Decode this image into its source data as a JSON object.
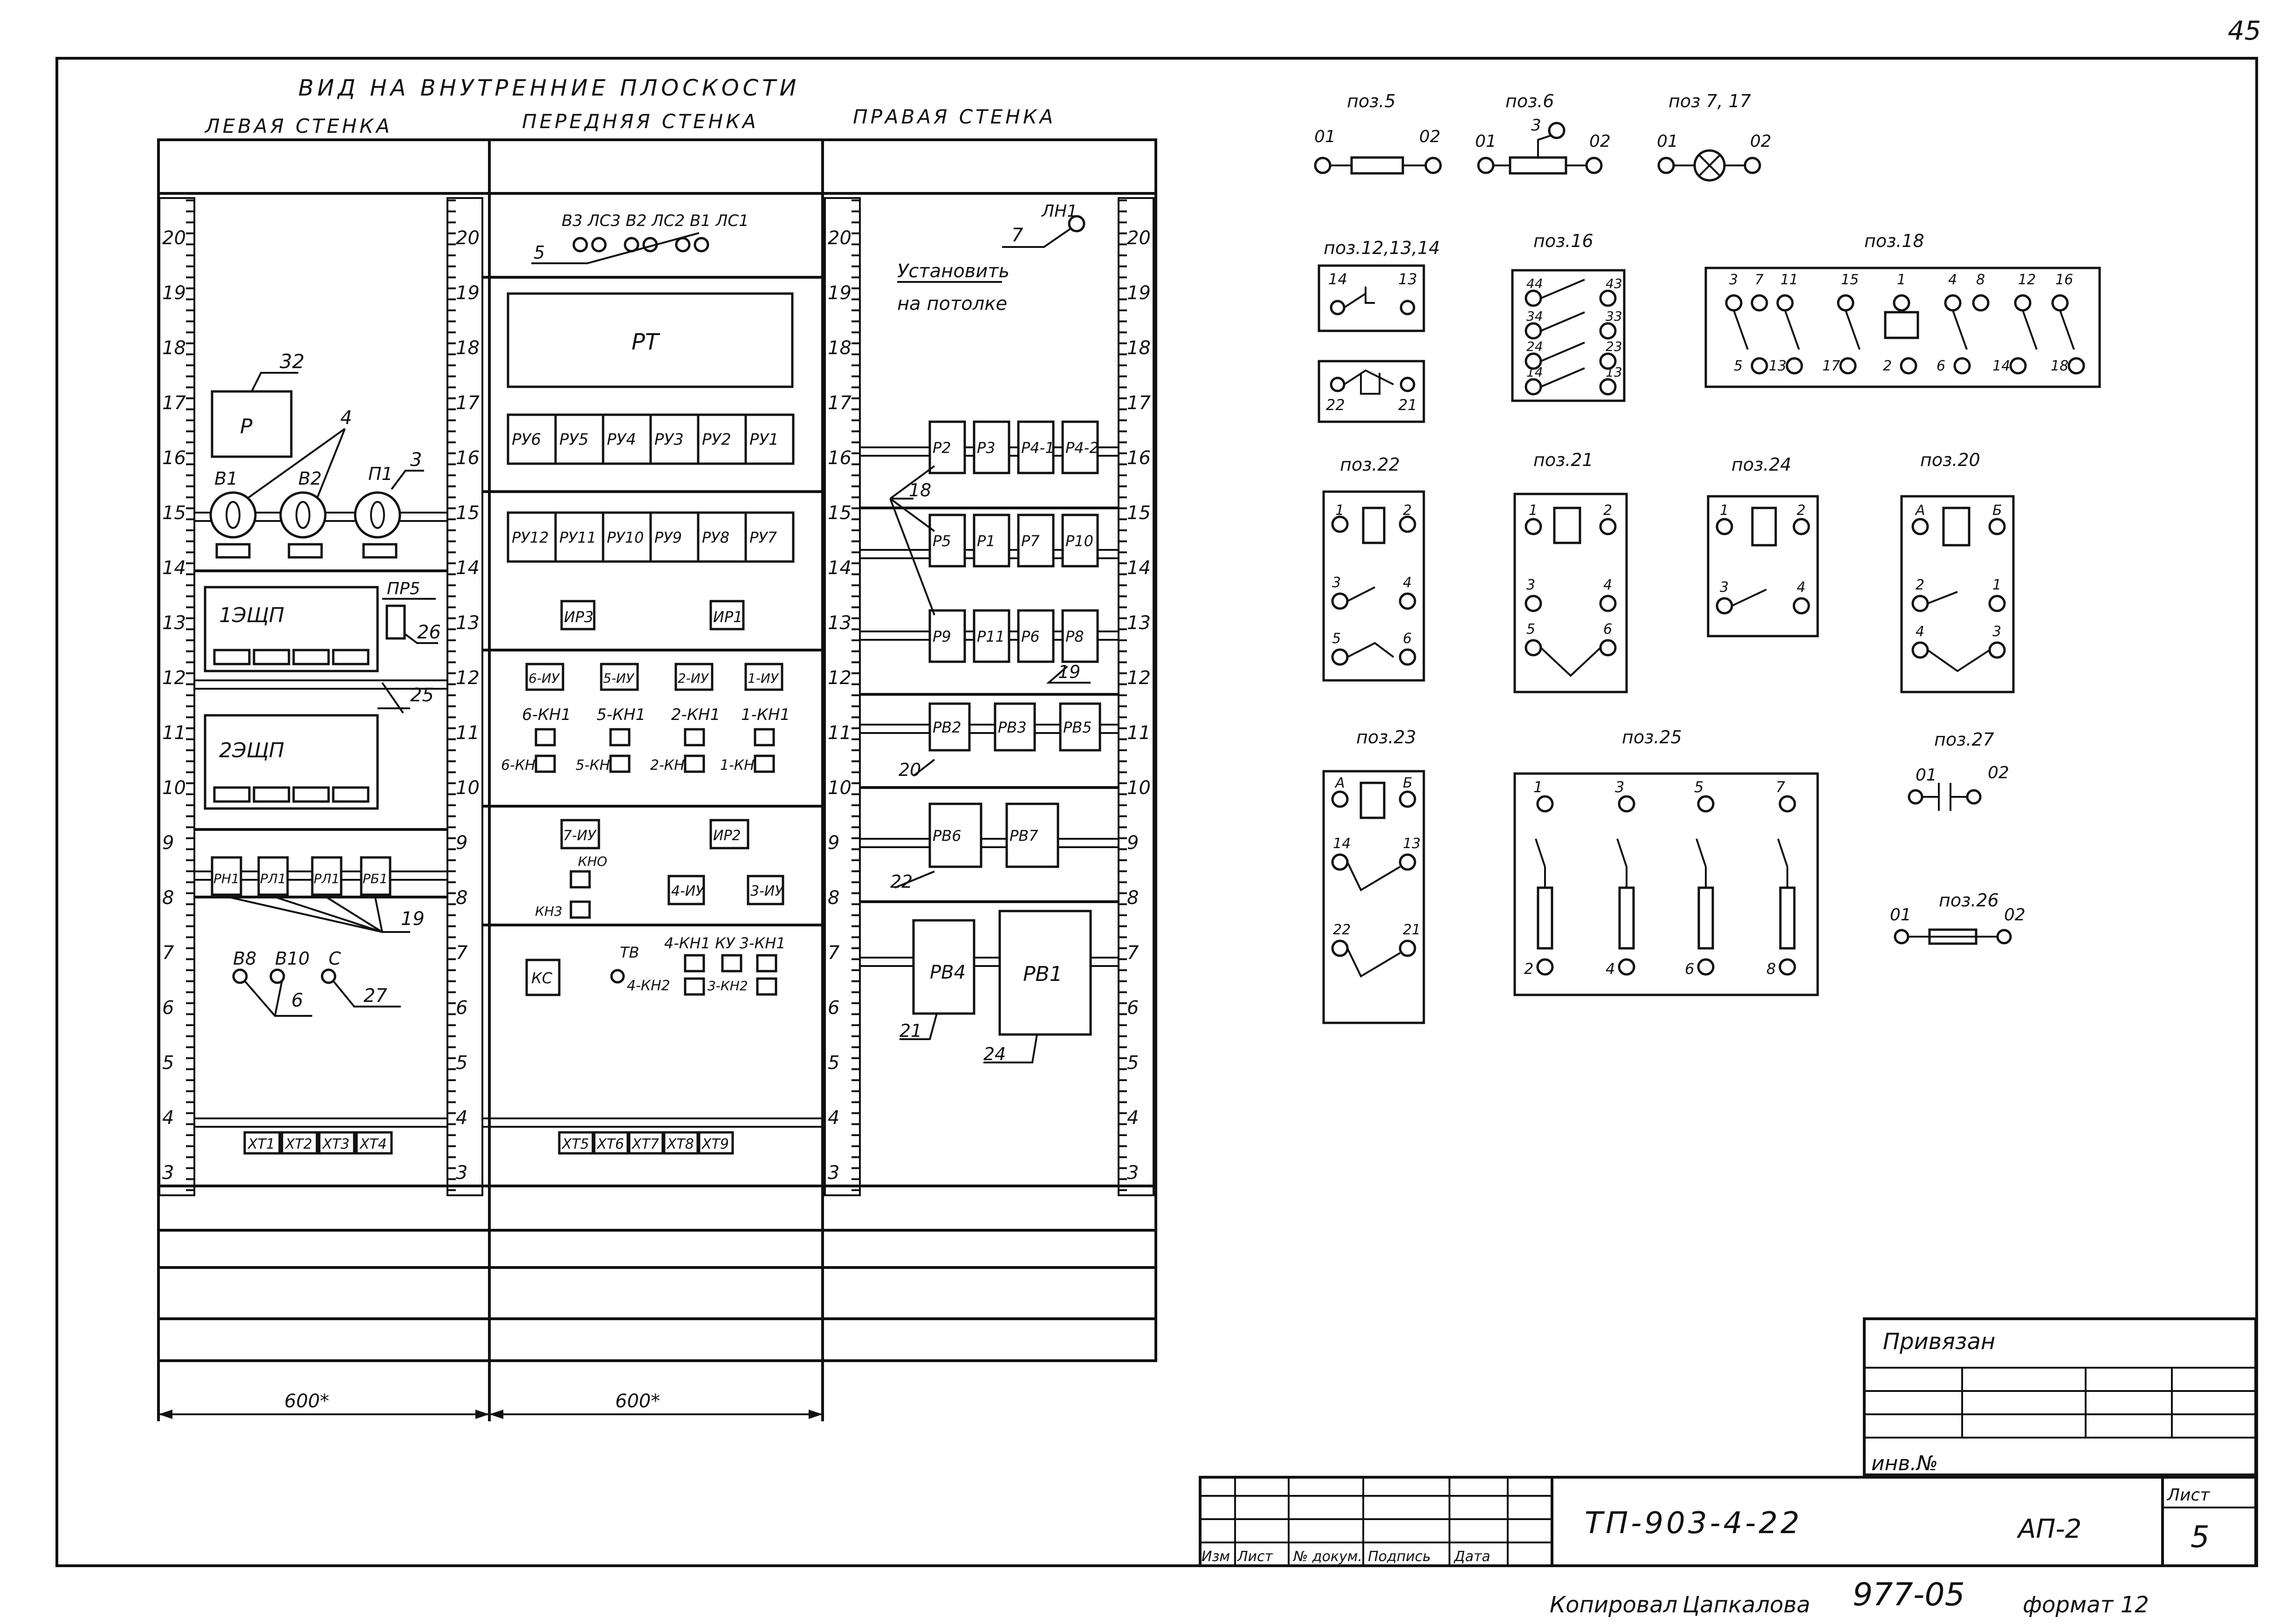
{
  "page_number": "45",
  "title": "ВИД НА ВНУТРЕННИЕ ПЛОСКОСТИ",
  "walls": {
    "left": "ЛЕВАЯ СТЕНКА",
    "front": "ПЕРЕДНЯЯ СТЕНКА",
    "right": "ПРАВАЯ СТЕНКА"
  },
  "scale_ticks": [
    "20",
    "19",
    "18",
    "17",
    "16",
    "15",
    "14",
    "13",
    "12",
    "11",
    "10",
    "9",
    "8",
    "7",
    "6",
    "5",
    "4",
    "3"
  ],
  "dimensions": {
    "left_width": "600*",
    "front_width": "600*"
  },
  "left_wall": {
    "relay_p": "Р",
    "callout_32": "32",
    "callout_4": "4",
    "callout_3": "3",
    "gauge_labels": [
      "В1",
      "В2",
      "П1"
    ],
    "panel1": "1ЭЩП",
    "panel2": "2ЭЩП",
    "pr5": "ПР5",
    "callout_26": "26",
    "callout_25": "25",
    "relays_row": [
      "РН1",
      "РЛ1",
      "РЛ1",
      "РБ1"
    ],
    "callout_19": "19",
    "lamps": [
      "В8",
      "В10",
      "С"
    ],
    "callout_6": "6",
    "callout_27": "27",
    "terminals": [
      "ХТ1",
      "ХТ2",
      "ХТ3",
      "ХТ4"
    ]
  },
  "front_wall": {
    "top_labels": "В3 ЛС3 В2 ЛС2 В1 ЛС1",
    "callout_5": "5",
    "rt": "РТ",
    "ru_row1": [
      "РУ6",
      "РУ5",
      "РУ4",
      "РУ3",
      "РУ2",
      "РУ1"
    ],
    "ru_row2": [
      "РУ12",
      "РУ11",
      "РУ10",
      "РУ9",
      "РУ8",
      "РУ7"
    ],
    "ir": [
      "ИР3",
      "ИР1"
    ],
    "iu_row": [
      "6-ИУ",
      "5-ИУ",
      "2-ИУ",
      "1-ИУ"
    ],
    "kn1_row": [
      "6-КН1",
      "5-КН1",
      "2-КН1",
      "1-КН1"
    ],
    "kn2_row": [
      "6-КН2",
      "5-КН2",
      "2-КН2",
      "1-КН2"
    ],
    "iu7": "7-ИУ",
    "ir2": "ИР2",
    "kno": "КНО",
    "kn3": "КН3",
    "iu4": "4-ИУ",
    "iu3": "3-ИУ",
    "ks": "КС",
    "tv": "ТВ",
    "kn_lower_top": "4-КН1 КУ 3-КН1",
    "kn_lower_bottom1": "4-КН2",
    "kn_lower_bottom2": "3-КН2",
    "terminals": [
      "ХТ5",
      "ХТ6",
      "ХТ7",
      "ХТ8",
      "ХТ9"
    ]
  },
  "right_wall": {
    "lamp": "ЛН1",
    "callout_7": "7",
    "note_line1": "Установить",
    "note_line2": "на потолке",
    "row1": [
      "Р2",
      "Р3",
      "Р4-1",
      "Р4-2"
    ],
    "callout_18": "18",
    "row2": [
      "Р5",
      "Р1",
      "Р7",
      "Р10"
    ],
    "row3": [
      "Р9",
      "Р11",
      "Р6",
      "Р8"
    ],
    "callout_19": "19",
    "row4": [
      "РВ2",
      "РВ3",
      "РВ5"
    ],
    "callout_20": "20",
    "row5": [
      "РВ6",
      "РВ7"
    ],
    "callout_22": "22",
    "rv4": "РВ4",
    "rv1": "РВ1",
    "callout_21": "21",
    "callout_24": "24"
  },
  "legend": {
    "pos5": {
      "title": "поз.5",
      "a": "01",
      "b": "02"
    },
    "pos6": {
      "title": "поз.6",
      "a": "01",
      "b": "02",
      "c": "3"
    },
    "pos7": {
      "title": "поз 7, 17",
      "a": "01",
      "b": "02"
    },
    "pos12": {
      "title": "поз.12,13,14",
      "t1": "14",
      "t2": "13",
      "t3": "22",
      "t4": "21"
    },
    "pos16": {
      "title": "поз.16",
      "left": [
        "44",
        "34",
        "24",
        "14"
      ],
      "right": [
        "43",
        "33",
        "23",
        "13"
      ]
    },
    "pos18": {
      "title": "поз.18",
      "top": [
        "3",
        "7",
        "11",
        "15",
        "1",
        "4",
        "8",
        "12",
        "16"
      ],
      "bottom": [
        "5",
        "13",
        "17",
        "2",
        "6",
        "14",
        "18"
      ]
    },
    "pos22": {
      "title": "поз.22",
      "pins": [
        "1",
        "2",
        "3",
        "4",
        "5",
        "6"
      ]
    },
    "pos21": {
      "title": "поз.21",
      "pins": [
        "1",
        "2",
        "3",
        "4",
        "5",
        "6"
      ]
    },
    "pos24": {
      "title": "поз.24",
      "pins": [
        "1",
        "2",
        "3",
        "4"
      ]
    },
    "pos20": {
      "title": "поз.20",
      "pins": [
        "А",
        "Б",
        "2",
        "1",
        "4",
        "3"
      ]
    },
    "pos23": {
      "title": "поз.23",
      "pins": [
        "А",
        "Б",
        "14",
        "13",
        "22",
        "21"
      ]
    },
    "pos25": {
      "title": "поз.25",
      "top": [
        "1",
        "3",
        "5",
        "7"
      ],
      "bottom": [
        "2",
        "4",
        "6",
        "8"
      ]
    },
    "pos27": {
      "title": "поз.27",
      "a": "01",
      "b": "02"
    },
    "pos26": {
      "title": "поз.26",
      "a": "01",
      "b": "02"
    }
  },
  "stamp": {
    "privyazan": "Привязан",
    "inv_no": "инв.№",
    "doc_code": "ТП-903-4-22",
    "sheet_code": "АП-2",
    "sheet_label": "Лист",
    "sheet_no": "5",
    "columns": [
      "Изм",
      "Лист",
      "№ докум.",
      "Подпись",
      "Дата"
    ]
  },
  "footer": {
    "copied": "Копировал",
    "name": "Цапкалова",
    "number": "977-05",
    "format": "формат 12"
  }
}
